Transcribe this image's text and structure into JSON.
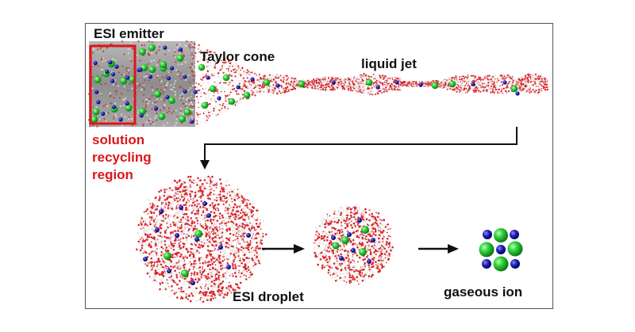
{
  "labels": {
    "esi_emitter": "ESI emitter",
    "taylor_cone": "Taylor cone",
    "liquid_jet": "liquid jet",
    "solution_line1": "solution",
    "solution_line2": "recycling",
    "solution_line3": "region",
    "esi_droplet": "ESI droplet",
    "gaseous_ion": "gaseous ion"
  },
  "colors": {
    "water_oxygen": "#d9262b",
    "water_hydrogen": "#e6e6e6",
    "cation": "#1f1fb8",
    "anion": "#2fd23a",
    "highlight_box": "#e0141a",
    "emitter_fill": "#9a9a9a",
    "frame": "#555555",
    "arrow": "#111111"
  }
}
